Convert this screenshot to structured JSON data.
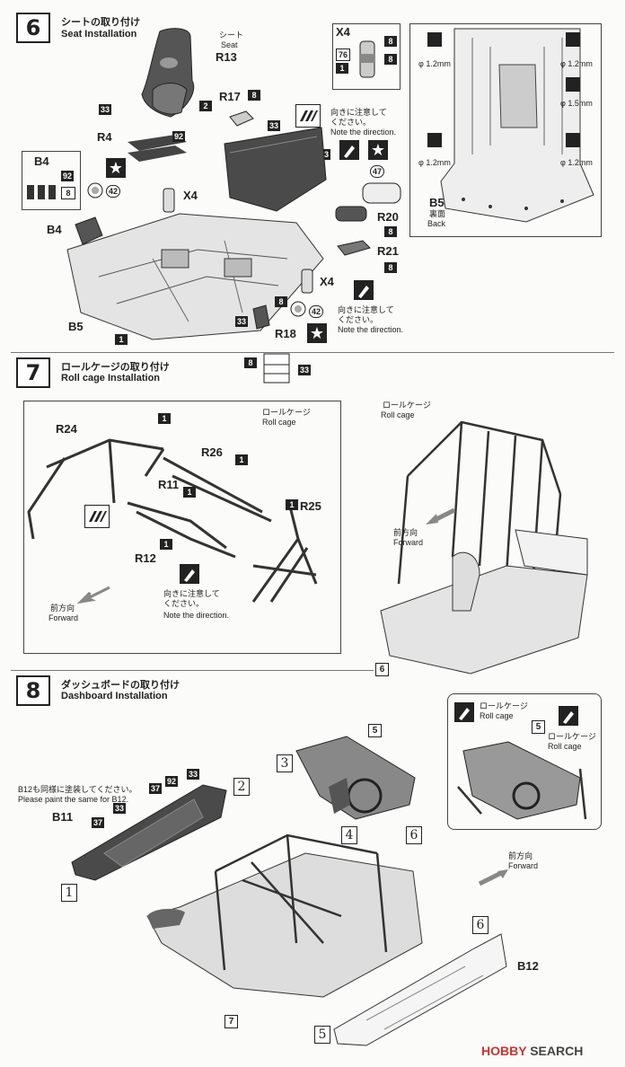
{
  "step6": {
    "number": "6",
    "title_jp": "シートの取り付け",
    "title_en": "Seat Installation",
    "seat_jp": "シート",
    "seat_en": "Seat",
    "labels": {
      "r13": "R13",
      "r17": "R17",
      "r4": "R4",
      "x4a": "X4",
      "b4": "B4",
      "b4box": "B4",
      "b5": "B5",
      "r20": "R20",
      "r21": "R21",
      "x4b": "X4",
      "r18": "R18"
    },
    "note_jp": "向きに注意して\nください。",
    "note_en": "Note the direction.",
    "numbers": {
      "n33": "33",
      "n2": "2",
      "n8": "8",
      "n92": "92",
      "n42": "42",
      "n47": "47",
      "n1": "1"
    },
    "x4_box": {
      "title": "X4",
      "n8a": "8",
      "n76": "76",
      "n8b": "8",
      "n1": "1"
    },
    "b5_box": {
      "label": "B5",
      "sub_jp": "裏面",
      "sub_en": "Back",
      "holes": [
        "φ 1.2mm",
        "φ 1.2mm",
        "φ 1.5mm",
        "φ 1.2mm",
        "φ 1.2mm"
      ]
    }
  },
  "step7": {
    "number": "7",
    "title_jp": "ロールケージの取り付け",
    "title_en": "Roll cage Installation",
    "cage_jp": "ロールケージ",
    "cage_en": "Roll cage",
    "labels": {
      "r24": "R24",
      "r26": "R26",
      "r11": "R11",
      "r25": "R25",
      "r12": "R12"
    },
    "forward_jp": "前方向",
    "forward_en": "Forward",
    "note_jp": "向きに注意して\nください。",
    "note_en": "Note the direction.",
    "part6": "6"
  },
  "step8": {
    "number": "8",
    "title_jp": "ダッシュボードの取り付け",
    "title_en": "Dashboard Installation",
    "paint_note_jp": "B12も同様に塗装してください。",
    "paint_note_en": "Please paint the same for B12.",
    "labels": {
      "b11": "B11",
      "b12": "B12"
    },
    "numbers": {
      "n37a": "37",
      "n92": "92",
      "n33a": "33",
      "n37b": "37",
      "n33b": "33",
      "n5a": "5",
      "n5b": "5",
      "n7": "7"
    },
    "circled": {
      "c1": "1",
      "c2": "2",
      "c3": "3",
      "c4": "4",
      "c5": "5",
      "c6a": "6",
      "c6b": "6"
    },
    "inset": {
      "cage_jp": "ロールケージ",
      "cage_en": "Roll cage",
      "cage2_jp": "ロールケージ",
      "cage2_en": "Roll cage"
    },
    "forward_jp": "前方向",
    "forward_en": "Forward"
  },
  "footer": {
    "brand_a": "HOBBY",
    "brand_b": "SEARCH"
  }
}
